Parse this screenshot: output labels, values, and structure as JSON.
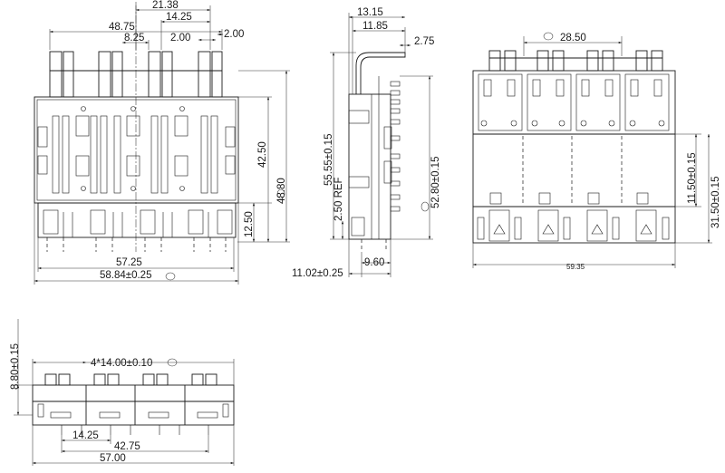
{
  "drawing": {
    "front_view": {
      "top_dims": [
        "21.38",
        "48.75",
        "14.25",
        "8.25",
        "2.00",
        "2.00"
      ],
      "right_dims": [
        "42.50",
        "48.80",
        "12.50"
      ],
      "bottom_dims": [
        "57.25",
        "58.84±0.25"
      ]
    },
    "side_view": {
      "top_dims": [
        "13.15",
        "11.85",
        "2.75"
      ],
      "left_dims": [
        "55.55±0.15",
        "2.50 REF"
      ],
      "right_dims": [
        "52.80±0.15"
      ],
      "bottom_dims": [
        "9.60",
        "11.02±0.25"
      ]
    },
    "rear_view": {
      "top_dims": [
        "28.50"
      ],
      "right_dims": [
        "11.50±0.15",
        "31.50±0.15"
      ],
      "bottom_dims": [
        "59.35"
      ]
    },
    "bottom_view": {
      "top_dims": [
        "4*14.00±0.10"
      ],
      "left_dims": [
        "8.80±0.15"
      ],
      "bottom_dims": [
        "14.25",
        "42.75",
        "57.00"
      ]
    }
  }
}
